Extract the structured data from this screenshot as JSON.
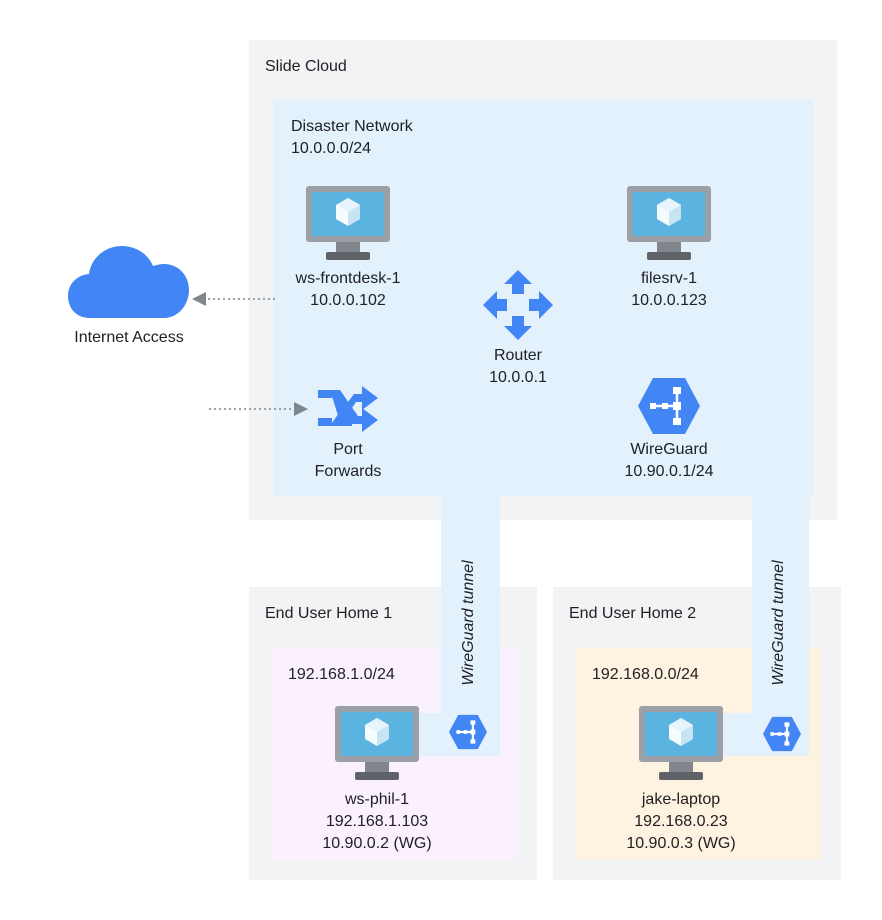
{
  "slide_cloud": {
    "title": "Slide Cloud"
  },
  "disaster_network": {
    "title": "Disaster Network",
    "subnet": "10.0.0.0/24"
  },
  "hosts": {
    "ws_frontdesk": {
      "name": "ws-frontdesk-1",
      "ip": "10.0.0.102"
    },
    "filesrv": {
      "name": "filesrv-1",
      "ip": "10.0.0.123"
    },
    "router": {
      "name": "Router",
      "ip": "10.0.0.1"
    },
    "port_forwards": {
      "line1": "Port",
      "line2": "Forwards"
    },
    "wireguard": {
      "name": "WireGuard",
      "ip": "10.90.0.1/24"
    },
    "ws_phil": {
      "name": "ws-phil-1",
      "ip": "192.168.1.103",
      "wg": "10.90.0.2 (WG)"
    },
    "jake_laptop": {
      "name": "jake-laptop",
      "ip": "192.168.0.23",
      "wg": "10.90.0.3 (WG)"
    }
  },
  "internet": {
    "label": "Internet Access"
  },
  "home1": {
    "title": "End User Home 1",
    "subnet": "192.168.1.0/24"
  },
  "home2": {
    "title": "End User Home 2",
    "subnet": "192.168.0.0/24"
  },
  "tunnels": {
    "label": "WireGuard tunnel"
  },
  "colors": {
    "region_gray": "#f1f3f4",
    "network_blue": "#e3f1fc",
    "home1_pink": "#fbf0fd",
    "home2_peach": "#fef2e0",
    "icon_blue": "#4285f4",
    "monitor_gray": "#9aa0a6",
    "screen_blue": "#5bb4e0"
  }
}
